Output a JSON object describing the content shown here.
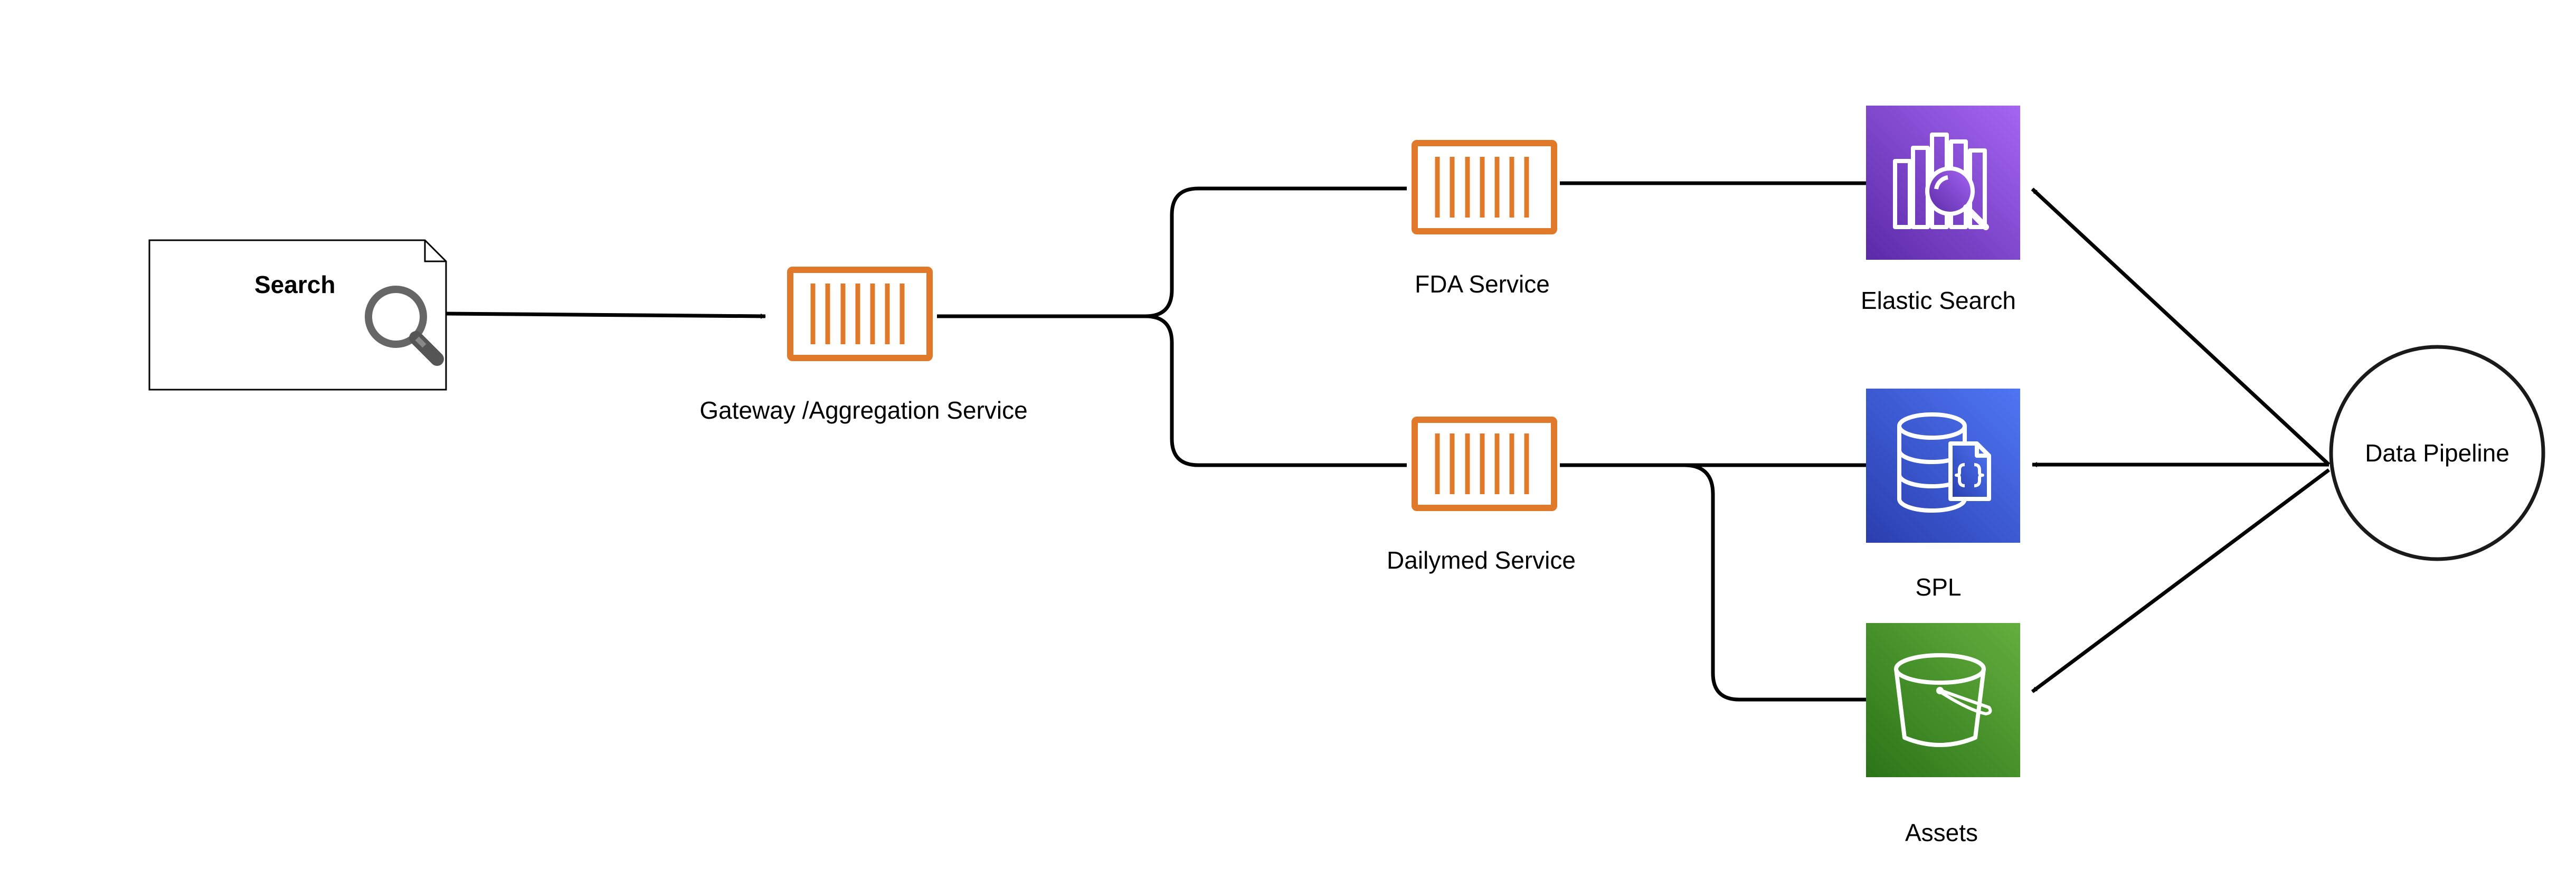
{
  "diagram": {
    "search_doc": {
      "label": "Search",
      "icon": "magnifier-icon"
    },
    "gateway": {
      "label": "Gateway /Aggregation Service",
      "icon": "container-icon",
      "color": "#E07A2A"
    },
    "fda": {
      "label": "FDA Service",
      "icon": "container-icon",
      "color": "#E07A2A"
    },
    "dailymed": {
      "label": "Dailymed Service",
      "icon": "container-icon",
      "color": "#E07A2A"
    },
    "elastic": {
      "label": "Elastic Search",
      "icon": "elasticsearch-icon",
      "color_top": "#A464F0",
      "color_bottom": "#6A33B8"
    },
    "spl": {
      "label": "SPL",
      "icon": "database-document-icon",
      "color_top": "#4D72F3",
      "color_bottom": "#2E44B8"
    },
    "assets": {
      "label": "Assets",
      "icon": "bucket-icon",
      "color_top": "#60A93A",
      "color_bottom": "#2E7A1C"
    },
    "pipeline": {
      "label": "Data Pipeline"
    }
  }
}
